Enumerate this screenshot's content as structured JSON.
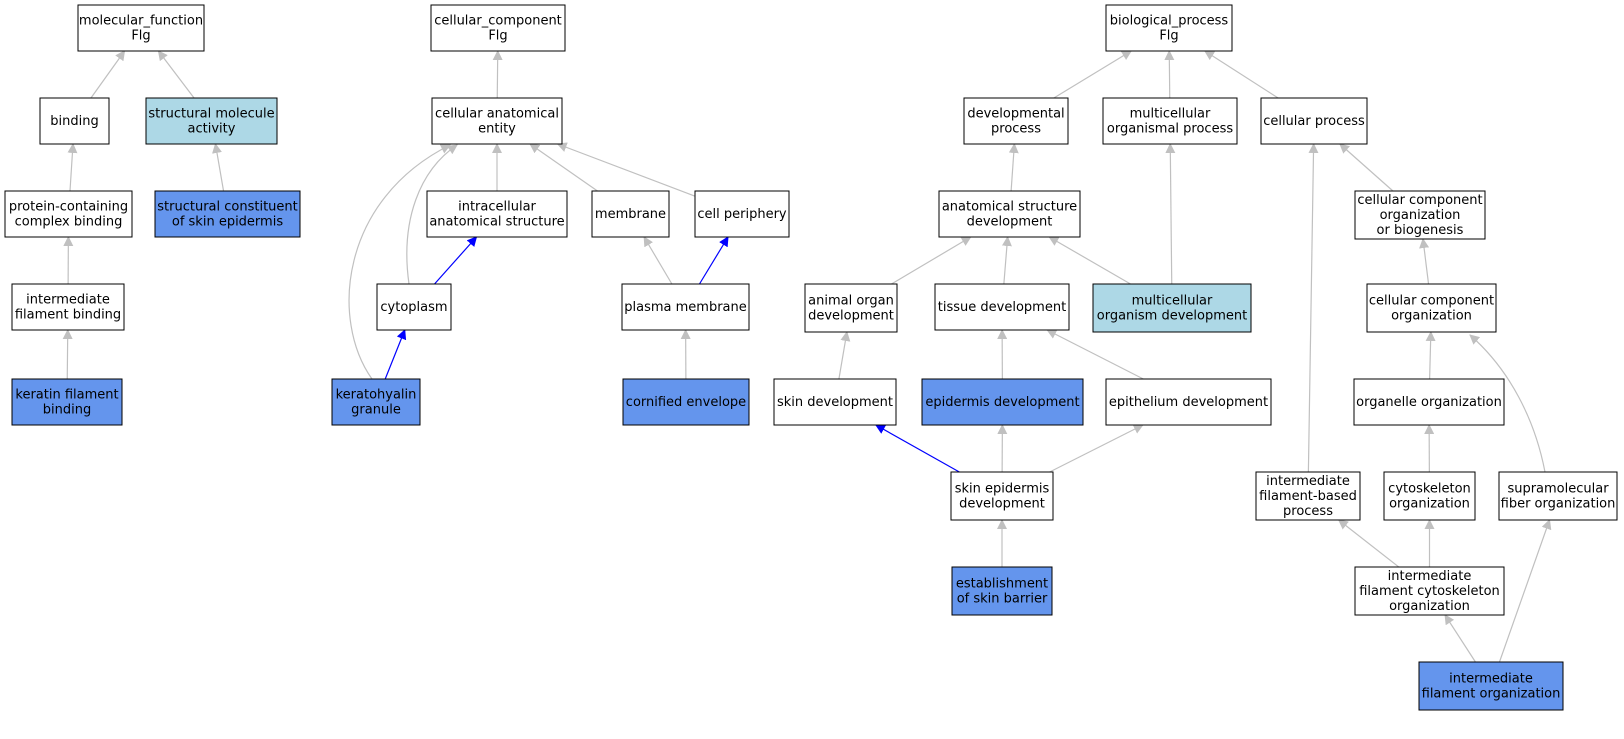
{
  "colors": {
    "plain": "#ffffff",
    "highlight": "#add8e6",
    "annotated": "#6495ed",
    "edge_default": "#c0c0c0",
    "edge_direct": "#0000ff"
  },
  "nodes": [
    {
      "id": "mf",
      "lines": [
        "molecular_function",
        "Flg"
      ],
      "fill": "plain"
    },
    {
      "id": "bind",
      "lines": [
        "binding"
      ],
      "fill": "plain"
    },
    {
      "id": "sma",
      "lines": [
        "structural molecule",
        "activity"
      ],
      "fill": "highlight"
    },
    {
      "id": "pcb",
      "lines": [
        "protein-containing",
        "complex binding"
      ],
      "fill": "plain"
    },
    {
      "id": "scse",
      "lines": [
        "structural constituent",
        "of skin epidermis"
      ],
      "fill": "annotated"
    },
    {
      "id": "ifb",
      "lines": [
        "intermediate",
        "filament binding"
      ],
      "fill": "plain"
    },
    {
      "id": "kfb",
      "lines": [
        "keratin filament",
        "binding"
      ],
      "fill": "annotated"
    },
    {
      "id": "cc",
      "lines": [
        "cellular_component",
        "Flg"
      ],
      "fill": "plain"
    },
    {
      "id": "cae",
      "lines": [
        "cellular anatomical",
        "entity"
      ],
      "fill": "plain"
    },
    {
      "id": "ias",
      "lines": [
        "intracellular",
        "anatomical structure"
      ],
      "fill": "plain"
    },
    {
      "id": "mem",
      "lines": [
        "membrane"
      ],
      "fill": "plain"
    },
    {
      "id": "cper",
      "lines": [
        "cell periphery"
      ],
      "fill": "plain"
    },
    {
      "id": "cyto",
      "lines": [
        "cytoplasm"
      ],
      "fill": "plain"
    },
    {
      "id": "pm",
      "lines": [
        "plasma membrane"
      ],
      "fill": "plain"
    },
    {
      "id": "kg",
      "lines": [
        "keratohyalin",
        "granule"
      ],
      "fill": "annotated"
    },
    {
      "id": "ce",
      "lines": [
        "cornified envelope"
      ],
      "fill": "annotated"
    },
    {
      "id": "bp",
      "lines": [
        "biological_process",
        "Flg"
      ],
      "fill": "plain"
    },
    {
      "id": "dp",
      "lines": [
        "developmental",
        "process"
      ],
      "fill": "plain"
    },
    {
      "id": "mop",
      "lines": [
        "multicellular",
        "organismal process"
      ],
      "fill": "plain"
    },
    {
      "id": "cp",
      "lines": [
        "cellular process"
      ],
      "fill": "plain"
    },
    {
      "id": "asd",
      "lines": [
        "anatomical structure",
        "development"
      ],
      "fill": "plain"
    },
    {
      "id": "ccob",
      "lines": [
        "cellular component",
        "organization",
        "or biogenesis"
      ],
      "fill": "plain"
    },
    {
      "id": "aod",
      "lines": [
        "animal organ",
        "development"
      ],
      "fill": "plain"
    },
    {
      "id": "td",
      "lines": [
        "tissue development"
      ],
      "fill": "plain"
    },
    {
      "id": "mod",
      "lines": [
        "multicellular",
        "organism development"
      ],
      "fill": "highlight"
    },
    {
      "id": "cco",
      "lines": [
        "cellular component",
        "organization"
      ],
      "fill": "plain"
    },
    {
      "id": "sd",
      "lines": [
        "skin development"
      ],
      "fill": "plain"
    },
    {
      "id": "ed",
      "lines": [
        "epidermis development"
      ],
      "fill": "annotated"
    },
    {
      "id": "epd",
      "lines": [
        "epithelium development"
      ],
      "fill": "plain"
    },
    {
      "id": "oo",
      "lines": [
        "organelle organization"
      ],
      "fill": "plain"
    },
    {
      "id": "sed",
      "lines": [
        "skin epidermis",
        "development"
      ],
      "fill": "plain"
    },
    {
      "id": "ifbp",
      "lines": [
        "intermediate",
        "filament-based",
        "process"
      ],
      "fill": "plain"
    },
    {
      "id": "co",
      "lines": [
        "cytoskeleton",
        "organization"
      ],
      "fill": "plain"
    },
    {
      "id": "sfo",
      "lines": [
        "supramolecular",
        "fiber organization"
      ],
      "fill": "plain"
    },
    {
      "id": "esb",
      "lines": [
        "establishment",
        "of skin barrier"
      ],
      "fill": "annotated"
    },
    {
      "id": "ifco",
      "lines": [
        "intermediate",
        "filament cytoskeleton",
        "organization"
      ],
      "fill": "plain"
    },
    {
      "id": "ifo",
      "lines": [
        "intermediate",
        "filament organization"
      ],
      "fill": "annotated"
    }
  ],
  "edges": [
    {
      "from": "bind",
      "to": "mf",
      "type": "default"
    },
    {
      "from": "sma",
      "to": "mf",
      "type": "default"
    },
    {
      "from": "pcb",
      "to": "bind",
      "type": "default"
    },
    {
      "from": "scse",
      "to": "sma",
      "type": "default"
    },
    {
      "from": "ifb",
      "to": "pcb",
      "type": "default"
    },
    {
      "from": "kfb",
      "to": "ifb",
      "type": "default"
    },
    {
      "from": "cae",
      "to": "cc",
      "type": "default"
    },
    {
      "from": "ias",
      "to": "cae",
      "type": "default"
    },
    {
      "from": "mem",
      "to": "cae",
      "type": "default"
    },
    {
      "from": "cper",
      "to": "cae",
      "type": "default"
    },
    {
      "from": "cyto",
      "to": "cae",
      "type": "default"
    },
    {
      "from": "kg",
      "to": "cae",
      "type": "default"
    },
    {
      "from": "cyto",
      "to": "ias",
      "type": "direct"
    },
    {
      "from": "kg",
      "to": "cyto",
      "type": "direct"
    },
    {
      "from": "pm",
      "to": "mem",
      "type": "default"
    },
    {
      "from": "pm",
      "to": "cper",
      "type": "direct"
    },
    {
      "from": "ce",
      "to": "pm",
      "type": "default"
    },
    {
      "from": "dp",
      "to": "bp",
      "type": "default"
    },
    {
      "from": "mop",
      "to": "bp",
      "type": "default"
    },
    {
      "from": "cp",
      "to": "bp",
      "type": "default"
    },
    {
      "from": "asd",
      "to": "dp",
      "type": "default"
    },
    {
      "from": "mod",
      "to": "mop",
      "type": "default"
    },
    {
      "from": "mod",
      "to": "asd",
      "type": "default"
    },
    {
      "from": "aod",
      "to": "asd",
      "type": "default"
    },
    {
      "from": "td",
      "to": "asd",
      "type": "default"
    },
    {
      "from": "sd",
      "to": "aod",
      "type": "default"
    },
    {
      "from": "ed",
      "to": "td",
      "type": "default"
    },
    {
      "from": "epd",
      "to": "td",
      "type": "default"
    },
    {
      "from": "sed",
      "to": "sd",
      "type": "direct"
    },
    {
      "from": "sed",
      "to": "ed",
      "type": "default"
    },
    {
      "from": "sed",
      "to": "epd",
      "type": "default"
    },
    {
      "from": "esb",
      "to": "sed",
      "type": "default"
    },
    {
      "from": "ccob",
      "to": "cp",
      "type": "default"
    },
    {
      "from": "ifbp",
      "to": "cp",
      "type": "default"
    },
    {
      "from": "cco",
      "to": "ccob",
      "type": "default"
    },
    {
      "from": "oo",
      "to": "cco",
      "type": "default"
    },
    {
      "from": "sfo",
      "to": "cco",
      "type": "default"
    },
    {
      "from": "co",
      "to": "oo",
      "type": "default"
    },
    {
      "from": "ifco",
      "to": "co",
      "type": "default"
    },
    {
      "from": "ifco",
      "to": "ifbp",
      "type": "default"
    },
    {
      "from": "ifo",
      "to": "ifco",
      "type": "default"
    },
    {
      "from": "ifo",
      "to": "sfo",
      "type": "default"
    }
  ]
}
